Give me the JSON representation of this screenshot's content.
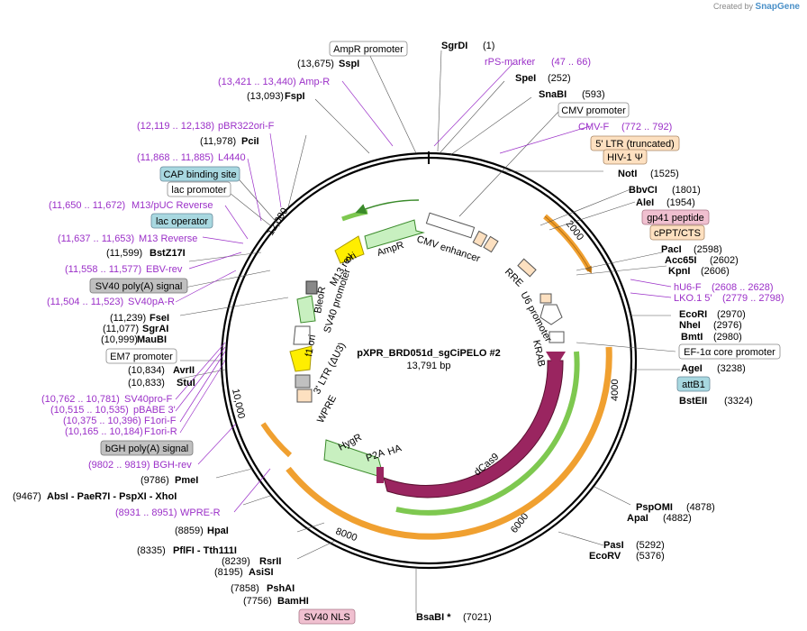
{
  "credit": {
    "prefix": "Created by",
    "brand": "SnapGene"
  },
  "plasmid": {
    "name": "pXPR_BRD051d_sgCiPELO #2",
    "length": "13,791 bp"
  },
  "ticks": [
    "2000",
    "4000",
    "6000",
    "8000",
    "10,000",
    "12,000"
  ],
  "sites": [
    {
      "text": "SgrDI",
      "pos": "(1)"
    },
    {
      "text": "SpeI",
      "pos": "(252)"
    },
    {
      "text": "SnaBI",
      "pos": "(593)"
    },
    {
      "text": "NotI",
      "pos": "(1525)"
    },
    {
      "text": "BbvCI",
      "pos": "(1801)"
    },
    {
      "text": "AleI",
      "pos": "(1954)"
    },
    {
      "text": "PacI",
      "pos": "(2598)"
    },
    {
      "text": "Acc65I",
      "pos": "(2602)"
    },
    {
      "text": "KpnI",
      "pos": "(2606)"
    },
    {
      "text": "EcoRI",
      "pos": "(2970)"
    },
    {
      "text": "NheI",
      "pos": "(2976)"
    },
    {
      "text": "BmtI",
      "pos": "(2980)"
    },
    {
      "text": "AgeI",
      "pos": "(3238)"
    },
    {
      "text": "BstEII",
      "pos": "(3324)"
    },
    {
      "text": "PspOMI",
      "pos": "(4878)"
    },
    {
      "text": "ApaI",
      "pos": "(4882)"
    },
    {
      "text": "PasI",
      "pos": "(5292)"
    },
    {
      "text": "EcoRV",
      "pos": "(5376)"
    },
    {
      "text": "BsaBI *",
      "pos": "(7021)"
    },
    {
      "text": "BamHI",
      "pos": "(7756)"
    },
    {
      "text": "PshAI",
      "pos": "(7858)"
    },
    {
      "text": "AsiSI",
      "pos": "(8195)"
    },
    {
      "text": "RsrII",
      "pos": "(8239)"
    },
    {
      "text": "PflFI - Tth111I",
      "pos": "(8335)"
    },
    {
      "text": "HpaI",
      "pos": "(8859)"
    },
    {
      "text": "AbsI - PaeR7I - PspXI - XhoI",
      "pos": "(9467)"
    },
    {
      "text": "PmeI",
      "pos": "(9786)"
    },
    {
      "text": "StuI",
      "pos": "(10,833)"
    },
    {
      "text": "AvrII",
      "pos": "(10,834)"
    },
    {
      "text": "MauBI",
      "pos": "(10,999)"
    },
    {
      "text": "SgrAI",
      "pos": "(11,077)"
    },
    {
      "text": "FseI",
      "pos": "(11,239)"
    },
    {
      "text": "BstZ17I",
      "pos": "(11,599)"
    },
    {
      "text": "PciI",
      "pos": "(11,978)"
    },
    {
      "text": "FspI",
      "pos": "(13,093)"
    },
    {
      "text": "SspI",
      "pos": "(13,675)"
    }
  ],
  "primers": [
    {
      "text": "rPS-marker",
      "pos": "(47 .. 66)"
    },
    {
      "text": "CMV-F",
      "pos": "(772 .. 792)"
    },
    {
      "text": "hU6-F",
      "pos": "(2608 .. 2628)"
    },
    {
      "text": "LKO.1 5'",
      "pos": "(2779 .. 2798)"
    },
    {
      "text": "WPRE-R",
      "pos": "(8931 .. 8951)"
    },
    {
      "text": "BGH-rev",
      "pos": "(9802 .. 9819)"
    },
    {
      "text": "F1ori-R",
      "pos": "(10,165 .. 10,184)"
    },
    {
      "text": "F1ori-F",
      "pos": "(10,375 .. 10,396)"
    },
    {
      "text": "pBABE 3'",
      "pos": "(10,515 .. 10,535)"
    },
    {
      "text": "SV40pro-F",
      "pos": "(10,762 .. 10,781)"
    },
    {
      "text": "SV40pA-R",
      "pos": "(11,504 .. 11,523)"
    },
    {
      "text": "EBV-rev",
      "pos": "(11,558 .. 11,577)"
    },
    {
      "text": "M13 Reverse",
      "pos": "(11,637 .. 11,653)"
    },
    {
      "text": "M13/pUC Reverse",
      "pos": "(11,650 .. 11,672)"
    },
    {
      "text": "L4440",
      "pos": "(11,868 .. 11,885)"
    },
    {
      "text": "pBR322ori-F",
      "pos": "(12,119 .. 12,138)"
    },
    {
      "text": "Amp-R",
      "pos": "(13,421 .. 13,440)"
    }
  ],
  "features": [
    {
      "text": "AmpR promoter"
    },
    {
      "text": "CMV promoter"
    },
    {
      "text": "5' LTR (truncated)"
    },
    {
      "text": "HIV-1 Ψ"
    },
    {
      "text": "gp41 peptide"
    },
    {
      "text": "cPPT/CTS"
    },
    {
      "text": "EF-1α core promoter"
    },
    {
      "text": "attB1"
    },
    {
      "text": "SV40 NLS"
    },
    {
      "text": "bGH poly(A) signal"
    },
    {
      "text": "EM7 promoter"
    },
    {
      "text": "SV40 poly(A) signal"
    },
    {
      "text": "lac operator"
    },
    {
      "text": "lac promoter"
    },
    {
      "text": "CAP binding site"
    }
  ],
  "inner": {
    "ampr": "AmpR",
    "cmv_enh": "CMV enhancer",
    "rre": "RRE",
    "u6": "U6 promoter",
    "krab": "KRAB",
    "dcas9": "dCas9",
    "ha": "HA",
    "p2a": "P2A",
    "hygr": "HygR",
    "wpre": "WPRE",
    "ltr3": "3' LTR (ΔU3)",
    "f1ori": "f1 ori",
    "sv40prom": "SV40 promoter",
    "bleor": "BleoR",
    "m13rev": "M13 rev",
    "ori": "ori"
  },
  "colors": {
    "ring": "#000000",
    "orange_arc": "#f0a030",
    "green_arc": "#7ec850",
    "dcas9": "#9a2560",
    "yellow": "#ffee00",
    "light_green": "#c8f0c0",
    "peach": "#fde0c0",
    "gray_box": "#c0c0c0",
    "blue_box": "#a8d8e0",
    "pink_box": "#f0c0d0",
    "primer": "#9b30c8"
  }
}
